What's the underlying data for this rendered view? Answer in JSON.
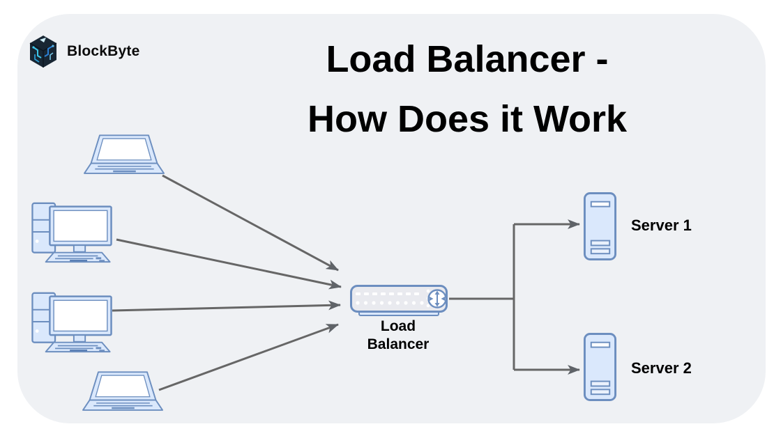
{
  "brand": {
    "name": "BlockByte",
    "logo": "blockbyte-cube-logo"
  },
  "title": {
    "line1": "Load Balancer -",
    "line2": "How Does it Work"
  },
  "diagram": {
    "clients": [
      {
        "id": "laptop-1",
        "type": "laptop"
      },
      {
        "id": "desktop-1",
        "type": "desktop"
      },
      {
        "id": "desktop-2",
        "type": "desktop"
      },
      {
        "id": "laptop-2",
        "type": "laptop"
      }
    ],
    "load_balancer": {
      "label": "Load Balancer"
    },
    "servers": [
      {
        "label": "Server 1"
      },
      {
        "label": "Server 2"
      }
    ]
  },
  "colors": {
    "panel_bg": "#eff1f4",
    "device_fill": "#dae8fc",
    "device_stroke": "#6c8ebf",
    "screen_fill": "#ffffff",
    "lb_fill": "#e9eaef",
    "arrow": "#666666",
    "arrowhead": "#5f6368",
    "text": "#000000",
    "logo_dark": "#182633",
    "logo_cyan": "#3ec6ea",
    "logo_blue": "#2b7fd4"
  }
}
